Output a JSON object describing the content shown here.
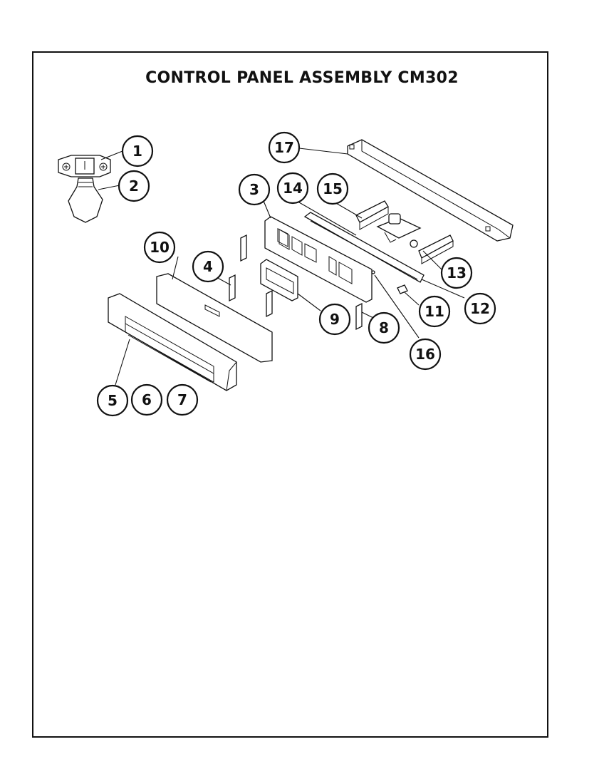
{
  "title": "CONTROL PANEL ASSEMBLY CM302",
  "callouts": [
    {
      "id": "c1",
      "label": "1"
    },
    {
      "id": "c2",
      "label": "2"
    },
    {
      "id": "c3",
      "label": "3"
    },
    {
      "id": "c4",
      "label": "4"
    },
    {
      "id": "c5",
      "label": "5"
    },
    {
      "id": "c6",
      "label": "6"
    },
    {
      "id": "c7",
      "label": "7"
    },
    {
      "id": "c8",
      "label": "8"
    },
    {
      "id": "c9",
      "label": "9"
    },
    {
      "id": "c10",
      "label": "10"
    },
    {
      "id": "c11",
      "label": "11"
    },
    {
      "id": "c12",
      "label": "12"
    },
    {
      "id": "c13",
      "label": "13"
    },
    {
      "id": "c14",
      "label": "14"
    },
    {
      "id": "c15",
      "label": "15"
    },
    {
      "id": "c16",
      "label": "16"
    },
    {
      "id": "c17",
      "label": "17"
    }
  ]
}
